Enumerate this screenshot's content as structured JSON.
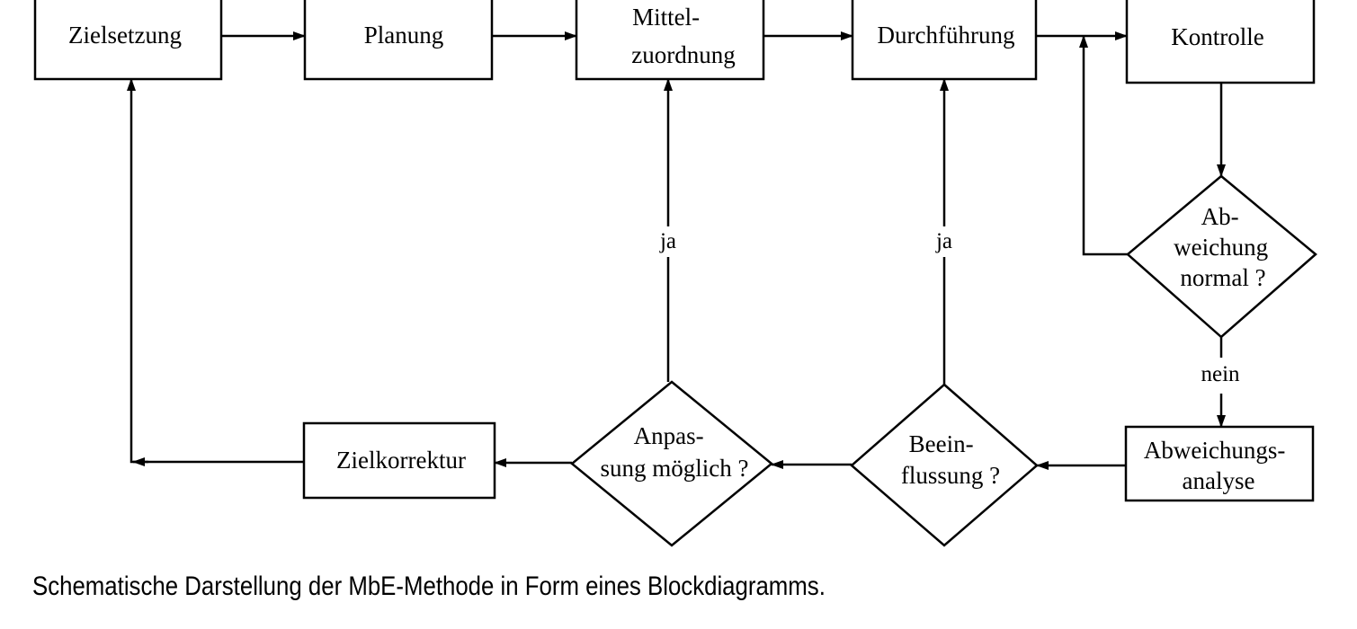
{
  "nodes": {
    "zielsetzung": {
      "lines": [
        "Zielsetzung"
      ]
    },
    "planung": {
      "lines": [
        "Planung"
      ]
    },
    "mittelzuordnung": {
      "lines": [
        "Mittel-",
        "zuordnung"
      ]
    },
    "durchfuehrung": {
      "lines": [
        "Durchführung"
      ]
    },
    "kontrolle": {
      "lines": [
        "Kontrolle"
      ]
    },
    "abweichung_normal": {
      "lines": [
        "Ab-",
        "weichung",
        "normal ?"
      ]
    },
    "abweichungsanalyse": {
      "lines": [
        "Abweichungs-",
        "analyse"
      ]
    },
    "beeinflussung": {
      "lines": [
        "Beein-",
        "flussung ?"
      ]
    },
    "anpassung": {
      "lines": [
        "Anpas-",
        "sung möglich ?"
      ]
    },
    "zielkorrektur": {
      "lines": [
        "Zielkorrektur"
      ]
    }
  },
  "edge_labels": {
    "ja_anpassung": "ja",
    "ja_beeinflussung": "ja",
    "nein": "nein"
  },
  "caption": "Schematische Darstellung der MbE-Methode in Form eines Blockdiagramms."
}
